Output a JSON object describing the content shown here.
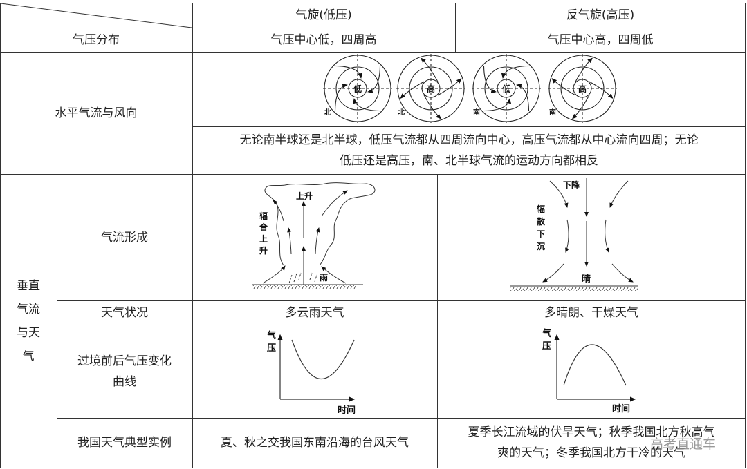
{
  "header": {
    "col_cyclone": "气旋(低压)",
    "col_anticyclone": "反气旋(高压)"
  },
  "rows": {
    "pressure": {
      "label": "气压分布",
      "cyclone": "气压中心低，四周高",
      "anticyclone": "气压中心高，四周低"
    },
    "horizontal": {
      "label": "水平气流与风向",
      "diagrams": [
        {
          "center": "低",
          "hemisphere": "北"
        },
        {
          "center": "高",
          "hemisphere": "北"
        },
        {
          "center": "低",
          "hemisphere": "南"
        },
        {
          "center": "高",
          "hemisphere": "南"
        }
      ],
      "note_line1": "无论南半球还是北半球，低压气流都从四周流向中心，高压气流都从中心流向四周；无论",
      "note_line2": "低压还是高压，南、北半球气流的运动方向都相反"
    },
    "vertical_group_label": [
      "垂直",
      "气流",
      "与天",
      "气"
    ],
    "formation": {
      "label": "气流形成",
      "cyclone_diagram": {
        "up": "上升",
        "side": [
          "辐",
          "合",
          "上",
          "升"
        ],
        "rain": "雨"
      },
      "anticyclone_diagram": {
        "down": "下降",
        "side": [
          "辐",
          "散",
          "下",
          "沉"
        ],
        "sunny": "晴"
      }
    },
    "weather": {
      "label": "天气状况",
      "cyclone": "多云雨天气",
      "anticyclone": "多晴朗、干燥天气"
    },
    "curve": {
      "label_line1": "过境前后气压变化",
      "label_line2": "曲线",
      "y_axis": [
        "气",
        "压"
      ],
      "x_axis": "时间"
    },
    "examples": {
      "label": "我国天气典型实例",
      "cyclone": "夏、秋之交我国东南沿海的台风天气",
      "anticyclone_line1": "夏季长江流域的伏旱天气；秋季我国北方秋高气",
      "anticyclone_line2": "爽的天气；冬季我国北方干冷的天气"
    }
  },
  "watermark": "高考直通车"
}
